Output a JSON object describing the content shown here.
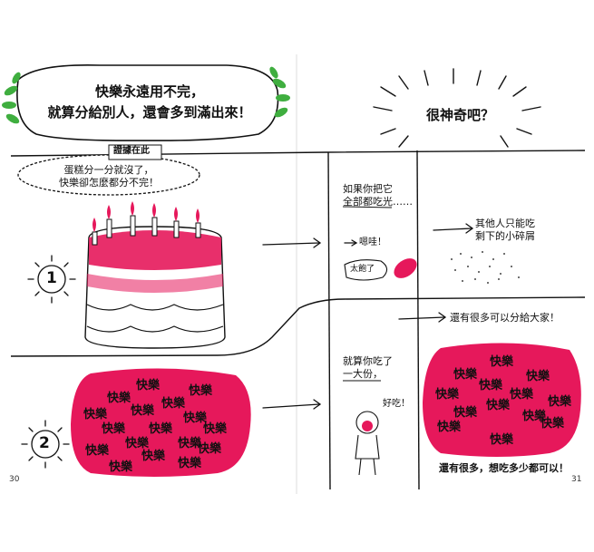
{
  "left_page": {
    "headline_line1": "快樂永遠用不完，",
    "headline_line2": "就算分給別人，還會多到滿出來！",
    "evidence_tag": "證據在此",
    "thought_bubble_line1": "蛋糕分一分就沒了，",
    "thought_bubble_line2": "快樂卻怎麼都分不完！",
    "step1_number": "1",
    "step2_number": "2",
    "happy_word": "快樂",
    "page_number": "30"
  },
  "right_page": {
    "exclaim_title": "很神奇吧？",
    "panel1_caption_line1": "如果你把它",
    "panel1_caption_line2": "全部都吃光……",
    "panel1_sound": "嗯哇！",
    "panel1_full": "太飽了",
    "panel1_result_line1": "其他人只能吃",
    "panel1_result_line2": "剩下的小碎屑",
    "panel2_arrow_text": "還有很多可以分給大家！",
    "panel2_caption_line1": "就算你吃了",
    "panel2_caption_line2": "一大份，",
    "panel2_sound": "好吃！",
    "panel2_bottom": "還有很多，想吃多少都可以！",
    "happy_word": "快樂",
    "page_number": "31"
  },
  "colors": {
    "pink": "#e6185b",
    "green": "#3fae3f",
    "ink": "#111111"
  }
}
